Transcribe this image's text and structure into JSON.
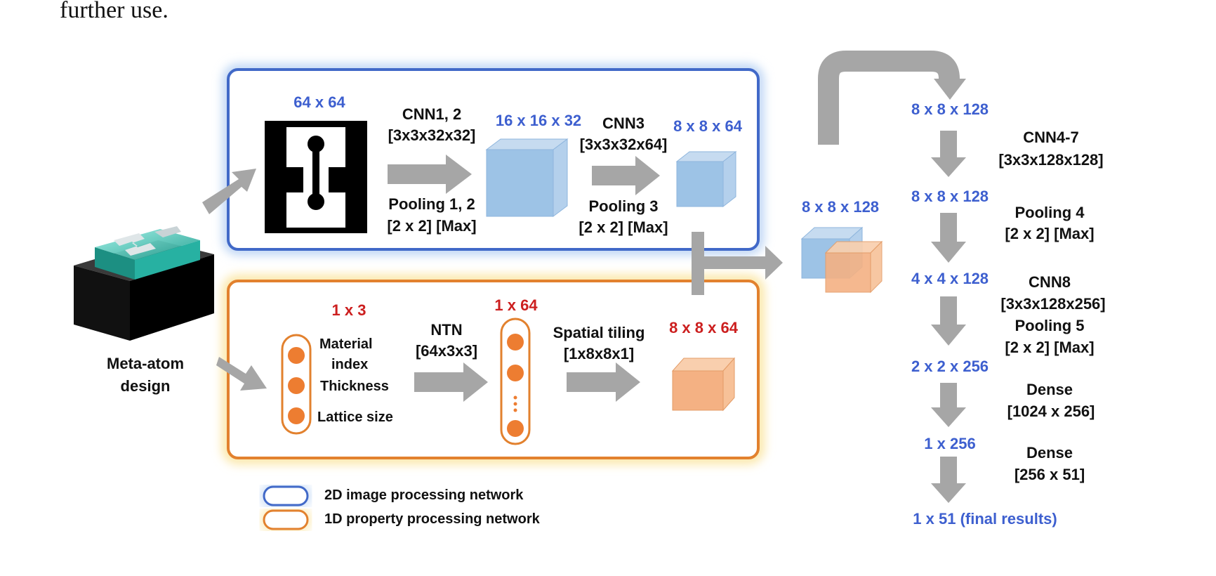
{
  "top_text": "further use.",
  "blue_net": {
    "input_size": "64 x 64",
    "cnn12": [
      "CNN1, 2",
      "[3x3x32x32]"
    ],
    "pool12": [
      "Pooling 1, 2",
      "[2 x 2] [Max]"
    ],
    "size_16": "16 x 16 x 32",
    "cnn3": [
      "CNN3",
      "[3x3x32x64]"
    ],
    "pool3": [
      "Pooling 3",
      "[2 x 2] [Max]"
    ],
    "size_8x64": "8 x 8 x 64"
  },
  "orange_net": {
    "size_1x3": "1 x 3",
    "props": [
      "Material",
      "index",
      "Thickness",
      "Lattice size"
    ],
    "ntn": [
      "NTN",
      "[64x3x3]"
    ],
    "size_1x64": "1 x 64",
    "tiling": [
      "Spatial tiling",
      "[1x8x8x1]"
    ],
    "size_8x64": "8 x 8 x 64"
  },
  "meta_atom": [
    "Meta-atom",
    "design"
  ],
  "concat_size": "8 x 8 x 128",
  "right_column": {
    "sizes": [
      "8 x 8 x 128",
      "8 x 8 x 128",
      "4 x 4 x 128",
      "2 x 2 x 256",
      "1 x 256",
      "1 x 51 (final results)"
    ],
    "ops": [
      [
        "CNN4-7",
        "[3x3x128x128]"
      ],
      [
        "Pooling 4",
        "[2 x 2] [Max]"
      ],
      [
        "CNN8",
        "[3x3x128x256]",
        "Pooling 5",
        "[2 x 2] [Max]"
      ],
      [
        "Dense",
        "[1024 x 256]"
      ],
      [
        "Dense",
        "[256 x 51]"
      ]
    ]
  },
  "legend": {
    "items": [
      "2D image processing network",
      "1D property processing network"
    ]
  },
  "colors": {
    "blue_border": "#4169c8",
    "orange_border": "#e2812e",
    "blue_glow": "#bcd4f4",
    "orange_glow": "#fbe7a8",
    "blue_label": "#3d5fcf",
    "red_label": "#cc1f1f",
    "arrow_gray": "#a6a6a6",
    "cube_blue": "#9dc3e6",
    "cube_orange": "#f4b183",
    "dot_orange": "#ed7d31"
  }
}
